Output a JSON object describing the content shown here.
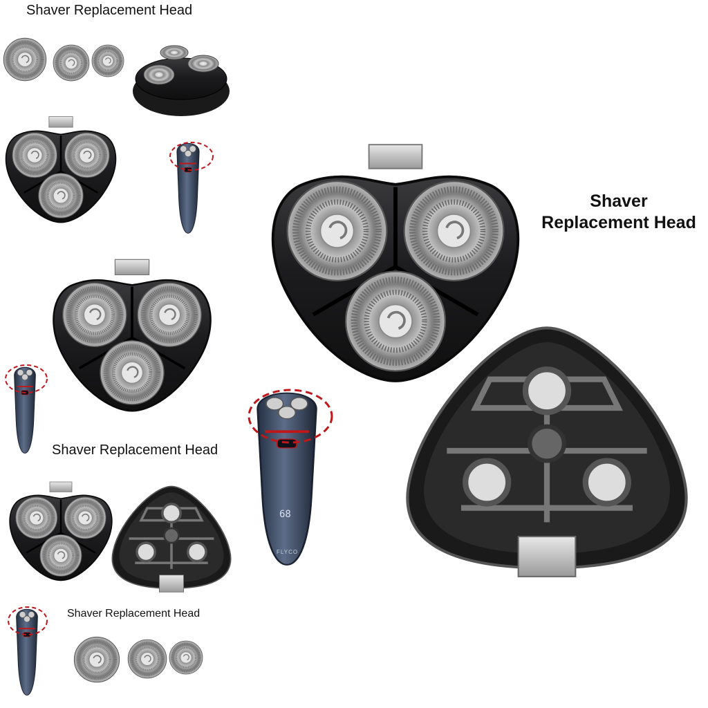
{
  "captions": {
    "top": "Shaver Replacement Head",
    "right_line1": "Shaver",
    "right_line2": "Replacement Head",
    "middle": "Shaver Replacement Head",
    "bottom": "Shaver Replacement Head"
  },
  "shaver_body": {
    "display_number": "68",
    "brand": "FLYCO"
  },
  "colors": {
    "background": "#ffffff",
    "housing": "#1d1d1f",
    "foil": "#b8b8b8",
    "body_blue": "#3b4a63",
    "highlight_red": "#c0171b"
  }
}
